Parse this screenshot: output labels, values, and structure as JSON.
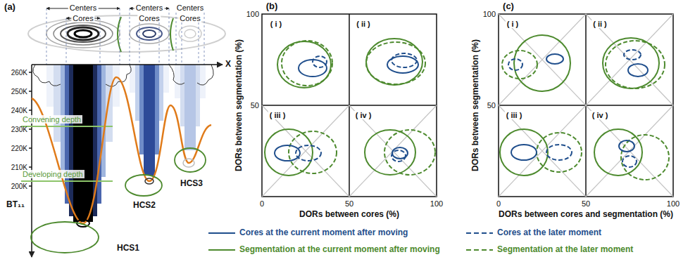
{
  "diagram": {
    "labels": [
      "(a)",
      "Centers",
      "Cores",
      "Centers",
      "Cores",
      "Centers",
      "Cores",
      "X",
      "260K",
      "250K",
      "240K",
      "230K",
      "220K",
      "210K",
      "200K",
      "BT₁₁",
      "Convening depth",
      "Developing depth",
      "HCS1",
      "HCS2",
      "HCS3",
      "(b)",
      "( i )",
      "( ii )",
      "( iii )",
      "( iv )",
      "DORs between segmentation (%)",
      "100",
      "50",
      "0",
      "50",
      "100",
      "DORs between cores (%)",
      "(c)",
      "( i )",
      "( ii )",
      "( iii )",
      "( iv )",
      "DORs between segmentation (%)",
      "100",
      "50",
      "0",
      "50",
      "100",
      "DORs between cores and segmentation (%)"
    ],
    "legend": [
      {
        "text": "Cores at the current moment after moving"
      },
      {
        "text": "Cores at the later moment"
      },
      {
        "text": "Segmentation at the current moment after moving"
      },
      {
        "text": "Segmentation at the later moment"
      }
    ]
  }
}
